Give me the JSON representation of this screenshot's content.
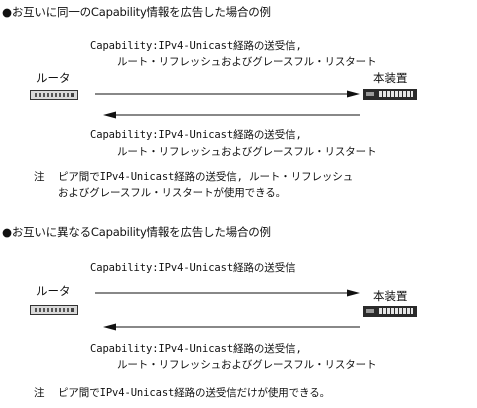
{
  "section1": {
    "heading": "●お互いに同一のCapability情報を広告した場合の例",
    "top_caption_line1": "Capability:IPv4-Unicast経路の送受信,",
    "top_caption_line2": "ルート・リフレッシュおよびグレースフル・リスタート",
    "left_label": "ルータ",
    "right_label": "本装置",
    "bottom_caption_line1": "Capability:IPv4-Unicast経路の送受信,",
    "bottom_caption_line2": "ルート・リフレッシュおよびグレースフル・リスタート",
    "note_marker": "注",
    "note_line1": "ピア間でIPv4-Unicast経路の送受信, ルート・リフレッシュ",
    "note_line2": "およびグレースフル・リスタートが使用できる。"
  },
  "section2": {
    "heading": "●お互いに異なるCapability情報を広告した場合の例",
    "top_caption_line1": "Capability:IPv4-Unicast経路の送受信",
    "left_label": "ルータ",
    "right_label": "本装置",
    "bottom_caption_line1": "Capability:IPv4-Unicast経路の送受信,",
    "bottom_caption_line2": "ルート・リフレッシュおよびグレースフル・リスタート",
    "note_marker": "注",
    "note_line1": "ピア間でIPv4-Unicast経路の送受信だけが使用できる。"
  }
}
